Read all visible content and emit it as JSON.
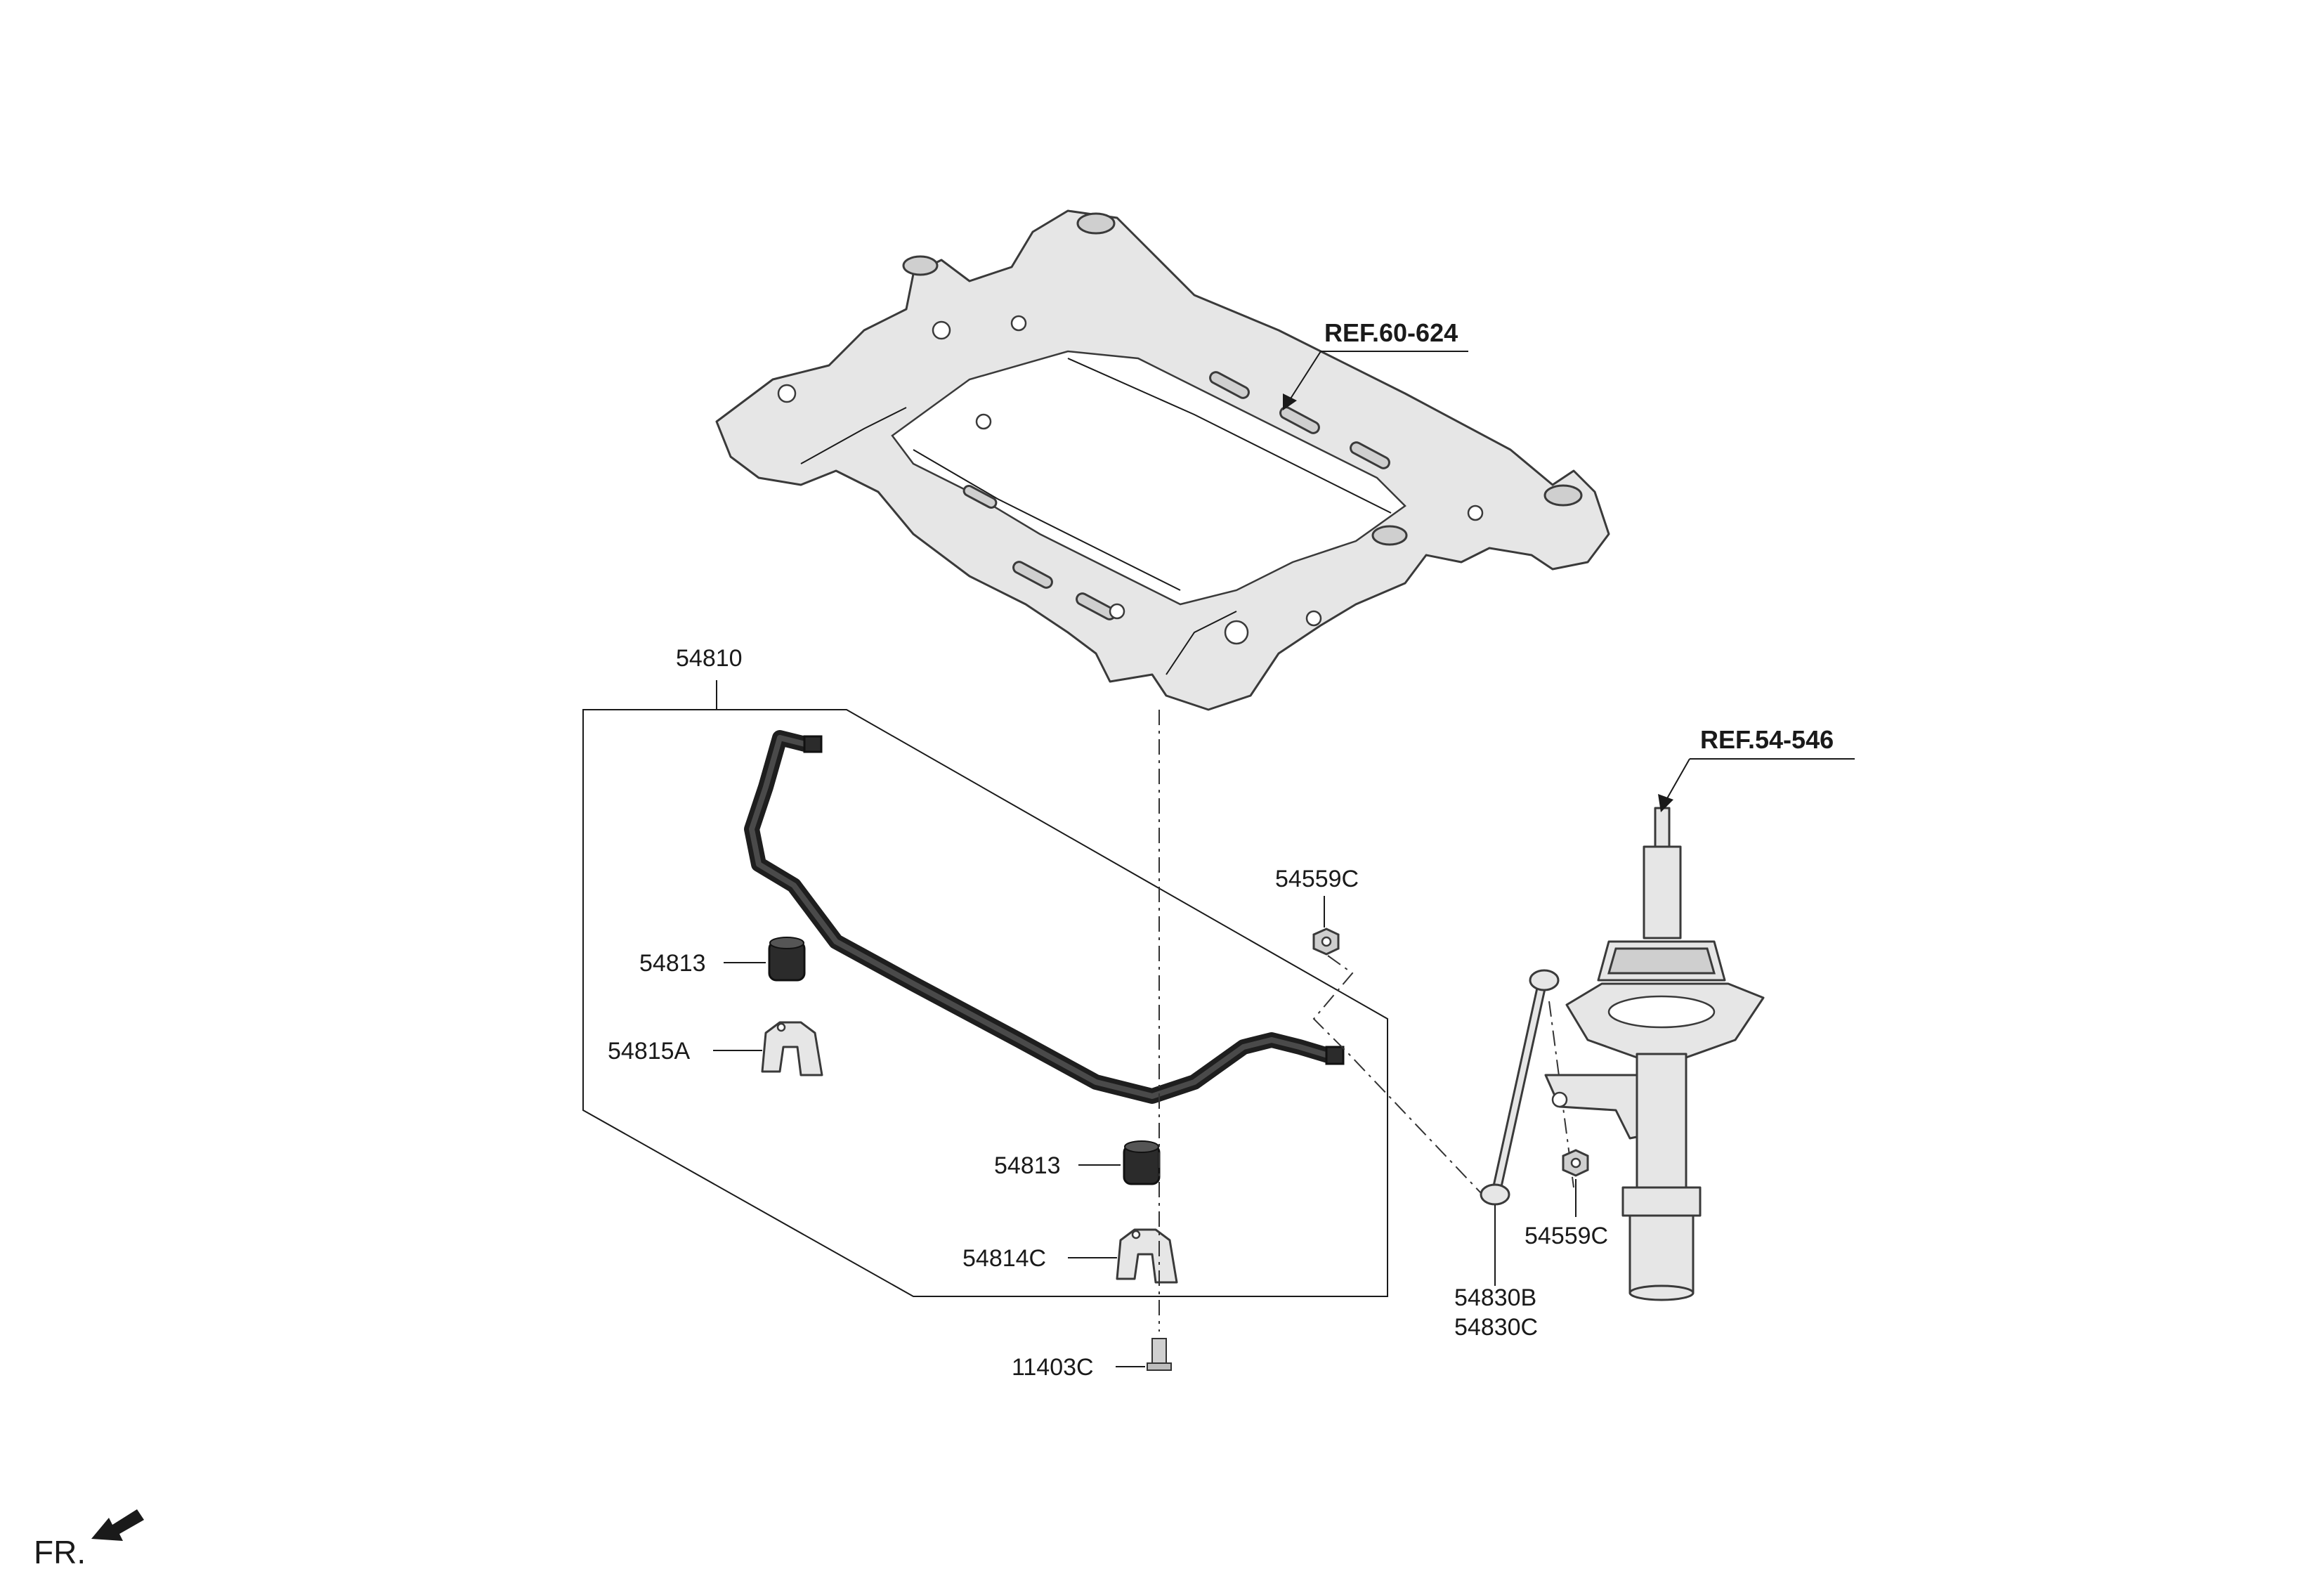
{
  "references": {
    "subframe": "REF.60-624",
    "strut": "REF.54-546"
  },
  "parts": {
    "stabilizer_bar_assy": "54810",
    "bushing_upper": "54813",
    "bracket_upper": "54815A",
    "bushing_lower": "54813",
    "bracket_lower": "54814C",
    "nut_upper": "54559C",
    "nut_lower": "54559C",
    "link_b": "54830B",
    "link_c": "54830C",
    "bolt": "11403C"
  },
  "orientation": {
    "label": "FR."
  }
}
